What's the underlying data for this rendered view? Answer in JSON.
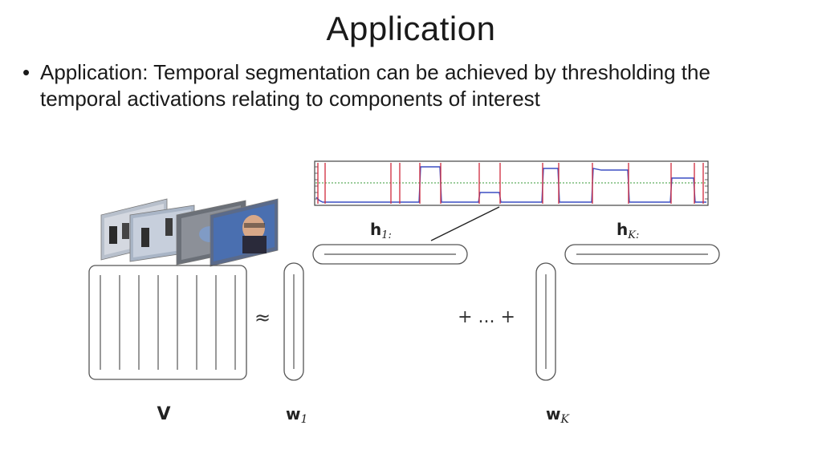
{
  "slide": {
    "title": "Application",
    "bullet": "Application: Temporal segmentation can be achieved by thresholding the temporal activations relating to components of interest"
  },
  "diagram": {
    "approx_symbol": "≈",
    "plus_dots": "+ ... +",
    "label_V": "V",
    "label_w1_main": "w",
    "label_w1_sub": "1",
    "label_wK_main": "w",
    "label_wK_sub": "K",
    "label_h1_main": "h",
    "label_h1_sub": "1:",
    "label_hK_main": "h",
    "label_hK_sub": "K:",
    "colors": {
      "activation_red": "#d0283c",
      "activation_blue": "#3b4fc4",
      "threshold_green": "#3a9a3a",
      "outline": "#555555"
    }
  }
}
